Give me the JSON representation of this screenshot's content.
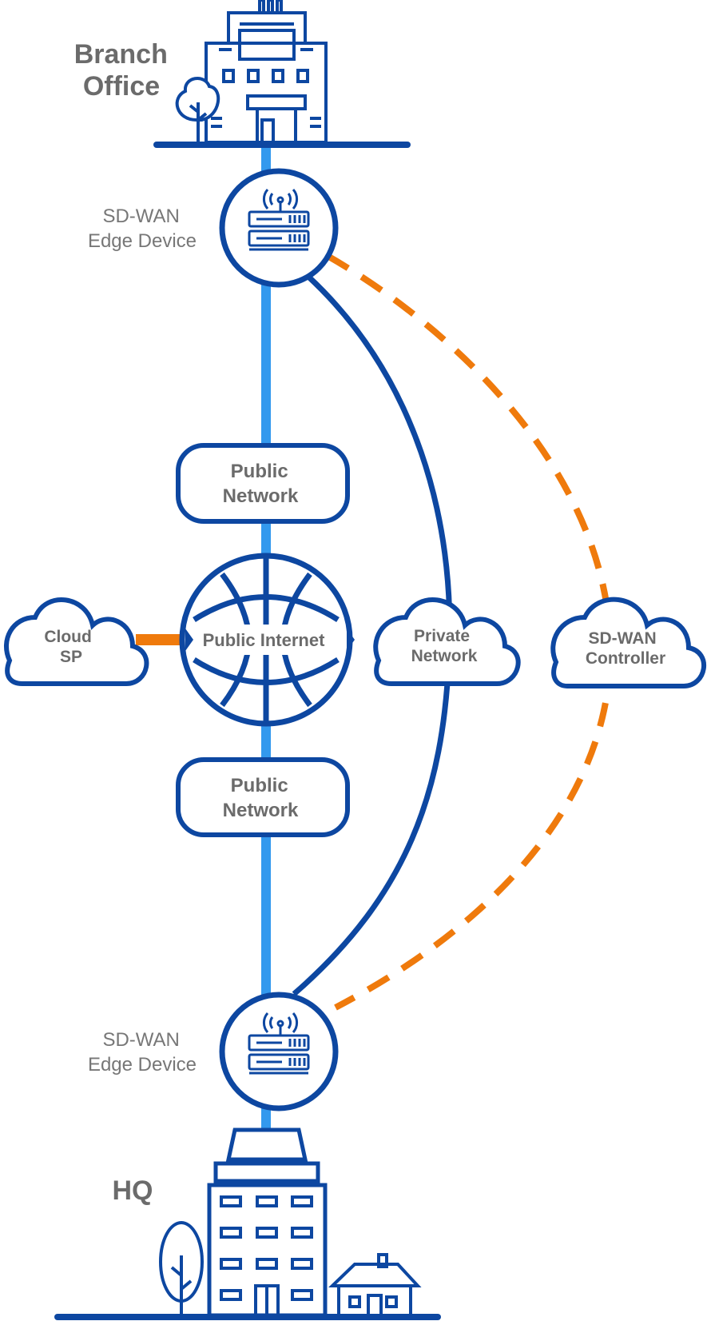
{
  "labels": {
    "branch_office_line1": "Branch",
    "branch_office_line2": "Office",
    "edge_device_top_line1": "SD-WAN",
    "edge_device_top_line2": "Edge Device",
    "public_network_top_line1": "Public",
    "public_network_top_line2": "Network",
    "cloud_sp_line1": "Cloud",
    "cloud_sp_line2": "SP",
    "public_internet": "Public Internet",
    "private_network_line1": "Private",
    "private_network_line2": "Network",
    "sdwan_controller_line1": "SD-WAN",
    "sdwan_controller_line2": "Controller",
    "public_network_bottom_line1": "Public",
    "public_network_bottom_line2": "Network",
    "edge_device_bottom_line1": "SD-WAN",
    "edge_device_bottom_line2": "Edge Device",
    "hq": "HQ"
  },
  "colors": {
    "primary_blue": "#0d47a1",
    "light_blue": "#3399ee",
    "orange": "#ef7a0c",
    "label_gray": "#6b6b6b"
  },
  "icons": [
    "office-building-icon",
    "tree-icon",
    "router-icon",
    "globe-icon",
    "cloud-icon",
    "hq-building-icon",
    "house-icon"
  ]
}
